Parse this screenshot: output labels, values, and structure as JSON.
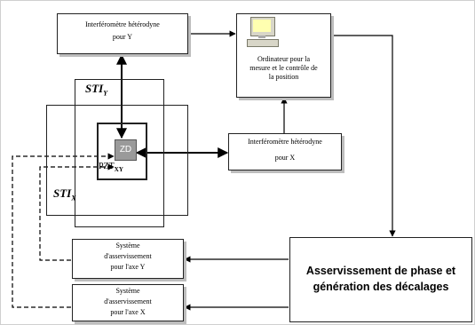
{
  "interfero_y": {
    "line1": "Interféromètre hétérodyne",
    "line2": "pour Y"
  },
  "computer": {
    "line1": "Ordinateur pour la",
    "line2": "mesure et le contrôle de",
    "line3": "la position"
  },
  "sti_y": {
    "base": "STI",
    "sub": "Y"
  },
  "sti_x": {
    "base": "STI",
    "sub": "X"
  },
  "zd": "ZD",
  "pzt": {
    "base": "PZT",
    "sub": "XY"
  },
  "interfero_x": {
    "line1": "Interféromètre hétérodyne",
    "line2": "pour X"
  },
  "servo_y": {
    "line1": "Système",
    "line2": "d'asservissement",
    "line3": "pour l'axe Y"
  },
  "servo_x": {
    "line1": "Système",
    "line2": "d'asservissement",
    "line3": "pour l'axe X"
  },
  "phase_ctrl": {
    "line1": "Asservissement de phase et",
    "line2": "génération des décalages"
  },
  "colors": {
    "monitor_screen": "#ffffb0",
    "monitor_body": "#d8d6c8",
    "zd_fill": "#9a9a9a"
  }
}
